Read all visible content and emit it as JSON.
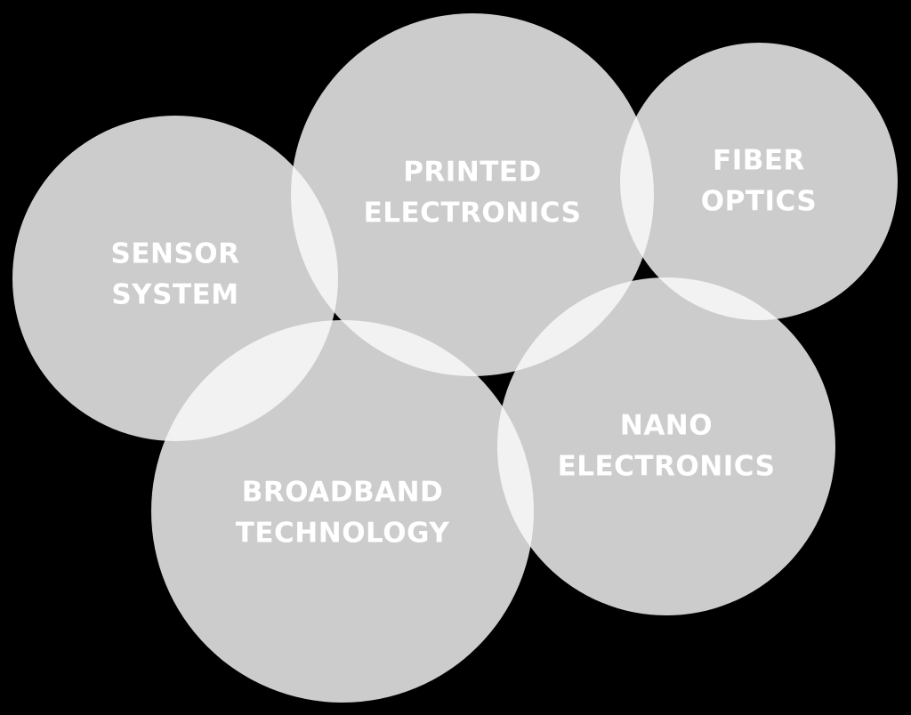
{
  "colors": {
    "background": "#000000",
    "circle_fill": "#cccccc",
    "overlap_fill": "#f2f2f2",
    "label": "#ffffff"
  },
  "circles": [
    {
      "id": "sensor-system",
      "lines": [
        "SENSOR",
        "SYSTEM"
      ]
    },
    {
      "id": "printed-electronics",
      "lines": [
        "PRINTED",
        "ELECTRONICS"
      ]
    },
    {
      "id": "fiber-optics",
      "lines": [
        "FIBER",
        "OPTICS"
      ]
    },
    {
      "id": "broadband-technology",
      "lines": [
        "BROADBAND",
        "TECHNOLOGY"
      ]
    },
    {
      "id": "nano-electronics",
      "lines": [
        "NANO",
        "ELECTRONICS"
      ]
    }
  ]
}
